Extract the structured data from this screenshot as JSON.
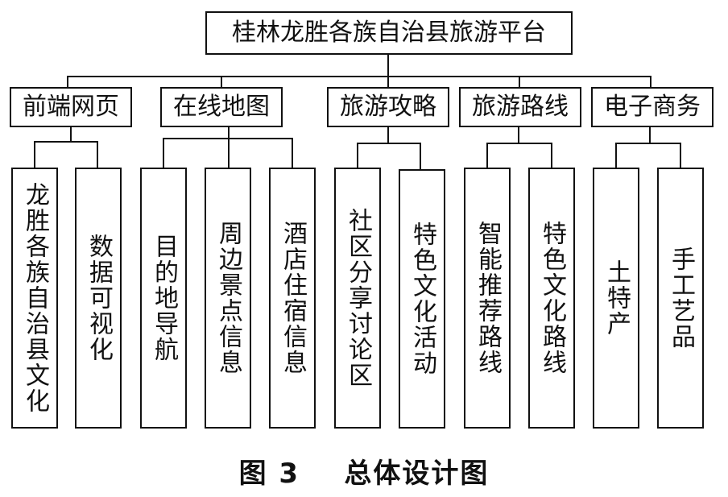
{
  "root": "桂林龙胜各族自治县旅游平台",
  "modules": [
    {
      "label": "前端网页",
      "children": [
        "龙胜各族自治县文化",
        "数据可视化"
      ]
    },
    {
      "label": "在线地图",
      "children": [
        "目的地导航",
        "周边景点信息",
        "酒店住宿信息"
      ]
    },
    {
      "label": "旅游攻略",
      "children": [
        "社区分享讨论区",
        "特色文化活动"
      ]
    },
    {
      "label": "旅游路线",
      "children": [
        "智能推荐路线",
        "特色文化路线"
      ]
    },
    {
      "label": "电子商务",
      "children": [
        "土特产",
        "手工艺品"
      ]
    }
  ],
  "caption": {
    "figure": "图 3",
    "title": "总体设计图"
  }
}
